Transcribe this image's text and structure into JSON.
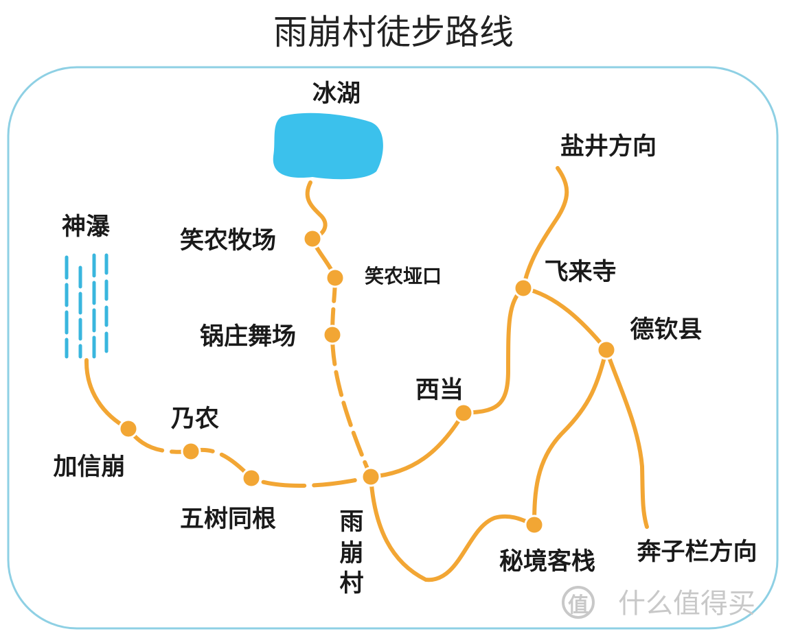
{
  "title": "雨崩村徒步路线",
  "colors": {
    "border": "#8ED0E4",
    "trail": "#F2A634",
    "lake": "#3BC1EC",
    "waterfall": "#39B6DE",
    "text": "#1a1a1a",
    "watermark": "#c8c8c8"
  },
  "places": {
    "ice_lake": "冰湖",
    "shenpu": "神瀑",
    "xiaonong_pasture": "笑农牧场",
    "xiaonong_pass": "笑农垭口",
    "guozhuang_wuchang": "锅庄舞场",
    "jiaxinbeng": "加信崩",
    "naionong": "乃农",
    "wushu_tonggen": "五树同根",
    "yubeng_village": [
      "雨",
      "崩",
      "村"
    ],
    "xidang": "西当",
    "feilai_temple": "飞来寺",
    "yanjing_direction": "盐井方向",
    "deqin_county": "德钦县",
    "benzilan_direction": "奔子栏方向",
    "mijing_inn": "秘境客栈"
  },
  "watermark": {
    "icon": "zhi-logo-icon",
    "text": "什么值得买"
  }
}
